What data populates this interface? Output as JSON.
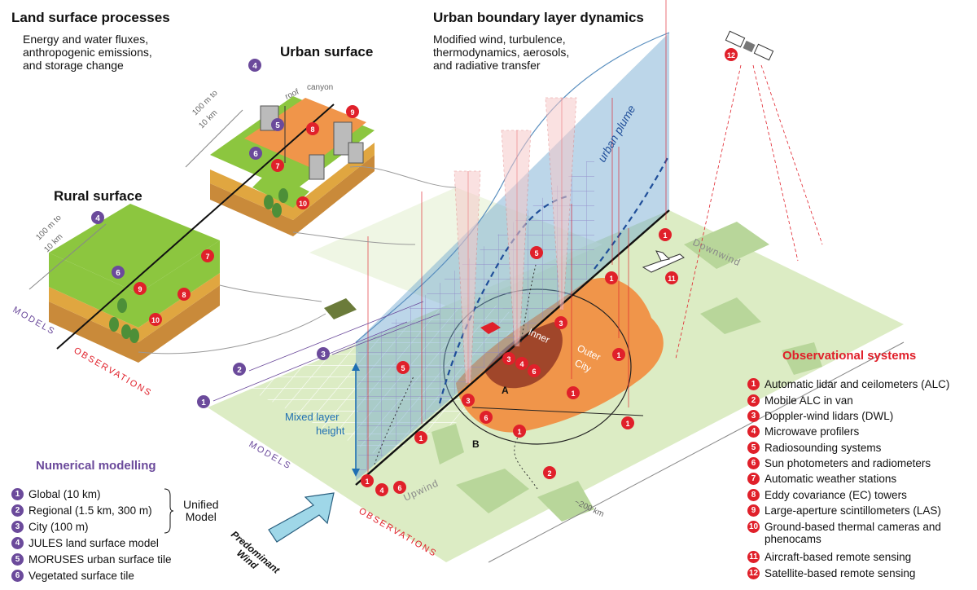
{
  "headings": {
    "land_surface": "Land surface processes",
    "land_surface_desc": [
      "Energy and water fluxes,",
      "anthropogenic emissions,",
      "and storage change"
    ],
    "urban_surface": "Urban surface",
    "rural_surface": "Rural surface",
    "ubl": "Urban boundary layer dynamics",
    "ubl_desc": [
      "Modified wind, turbulence,",
      "thermodynamics, aerosols,",
      "and radiative transfer"
    ]
  },
  "labels": {
    "roof": "roof",
    "canyon": "canyon",
    "scale_urban": [
      "100 m to",
      "10 km"
    ],
    "scale_rural": [
      "100 m to",
      "10 km"
    ],
    "models": "MODELS",
    "observations": "OBSERVATIONS",
    "urban_plume": "urban plume",
    "downwind": "Downwind",
    "upwind": "Upwind",
    "inner": "Inner",
    "outer_city": [
      "Outer",
      "City"
    ],
    "point_a": "A",
    "point_b": "B",
    "mixed_layer": [
      "Mixed layer",
      "height"
    ],
    "scale_200": "~200 km",
    "predominant_wind": [
      "Predominant",
      "Wind"
    ]
  },
  "numerical_modelling": {
    "title": "Numerical modelling",
    "items": [
      {
        "num": "1",
        "text": "Global (10 km)"
      },
      {
        "num": "2",
        "text": "Regional (1.5 km, 300 m)"
      },
      {
        "num": "3",
        "text": "City (100 m)"
      },
      {
        "num": "4",
        "text": "JULES land surface model"
      },
      {
        "num": "5",
        "text": "MORUSES urban surface tile"
      },
      {
        "num": "6",
        "text": "Vegetated surface tile"
      }
    ],
    "unified_model": [
      "Unified",
      "Model"
    ]
  },
  "observational_systems": {
    "title": "Observational systems",
    "items": [
      {
        "num": "1",
        "text": "Automatic lidar and ceilometers (ALC)"
      },
      {
        "num": "2",
        "text": "Mobile ALC in van"
      },
      {
        "num": "3",
        "text": "Doppler-wind lidars (DWL)"
      },
      {
        "num": "4",
        "text": "Microwave profilers"
      },
      {
        "num": "5",
        "text": "Radiosounding systems"
      },
      {
        "num": "6",
        "text": "Sun photometers and radiometers"
      },
      {
        "num": "7",
        "text": "Automatic weather stations"
      },
      {
        "num": "8",
        "text": "Eddy covariance (EC) towers"
      },
      {
        "num": "9",
        "text": "Large-aperture scintillometers (LAS)"
      },
      {
        "num": "10",
        "text": "Ground-based thermal cameras and phenocams"
      },
      {
        "num": "11",
        "text": "Aircraft-based remote sensing"
      },
      {
        "num": "12",
        "text": "Satellite-based remote sensing"
      }
    ]
  },
  "colors": {
    "models_purple": "#6b4a9b",
    "obs_red": "#e0202a",
    "grass": "#8cc63f",
    "land_light": "#dcecc4",
    "city_orange": "#f0954a",
    "inner_brown": "#a0462a",
    "plume_blue": "#6aa3cf",
    "arrow_cyan": "#9fd7e8"
  }
}
